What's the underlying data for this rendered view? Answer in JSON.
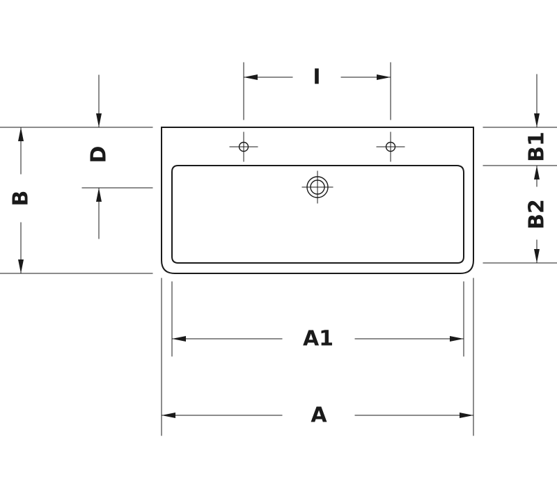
{
  "dimension_labels": {
    "A": "A",
    "A1": "A1",
    "B": "B",
    "B1": "B1",
    "B2": "B2",
    "D": "D",
    "I": "I"
  }
}
